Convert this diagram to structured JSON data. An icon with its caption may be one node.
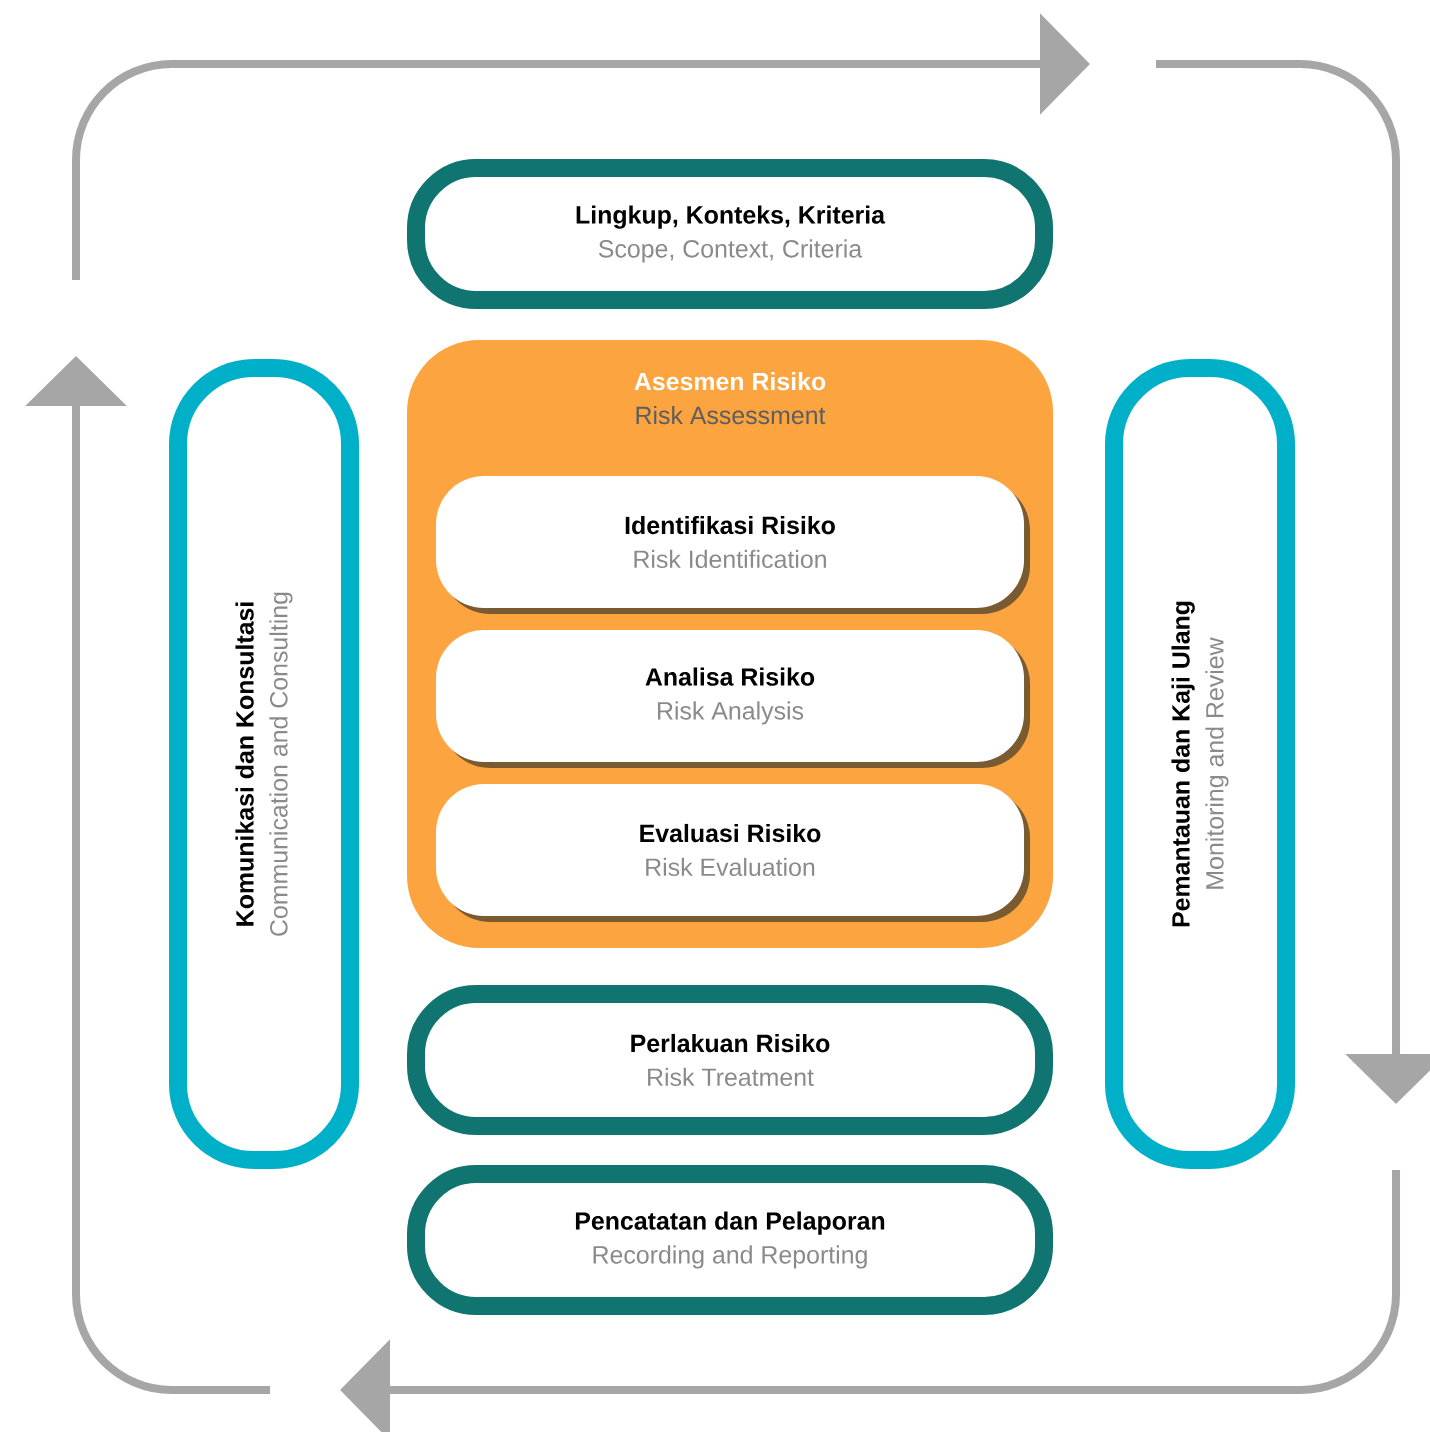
{
  "diagram": {
    "nodes": [
      {
        "text": [
          "Lingkup, Konteks, Kriteria",
          "Scope, Context, Criteria"
        ]
      },
      {
        "text": [
          "Komunikasi dan Konsultasi",
          "Communication and Consulting"
        ]
      },
      {
        "text": [
          "Asesmen Risiko",
          "Risk Assessment"
        ]
      },
      {
        "text": [
          "Identifikasi Risiko",
          "Risk Identification"
        ],
        "in": 2
      },
      {
        "text": [
          "Analisa Risiko",
          "Risk Analysis"
        ],
        "in": 2
      },
      {
        "text": [
          "Evaluasi Risiko",
          "Risk Evaluation"
        ],
        "in": 2
      },
      {
        "text": [
          "Pemantauan dan Kaji Ulang",
          "Monitoring and Review"
        ]
      },
      {
        "text": [
          "Perlakuan Risiko",
          "Risk Treatment"
        ]
      },
      {
        "text": [
          "Pencatatan dan Pelaporan",
          "Recording and Reporting"
        ]
      }
    ]
  }
}
